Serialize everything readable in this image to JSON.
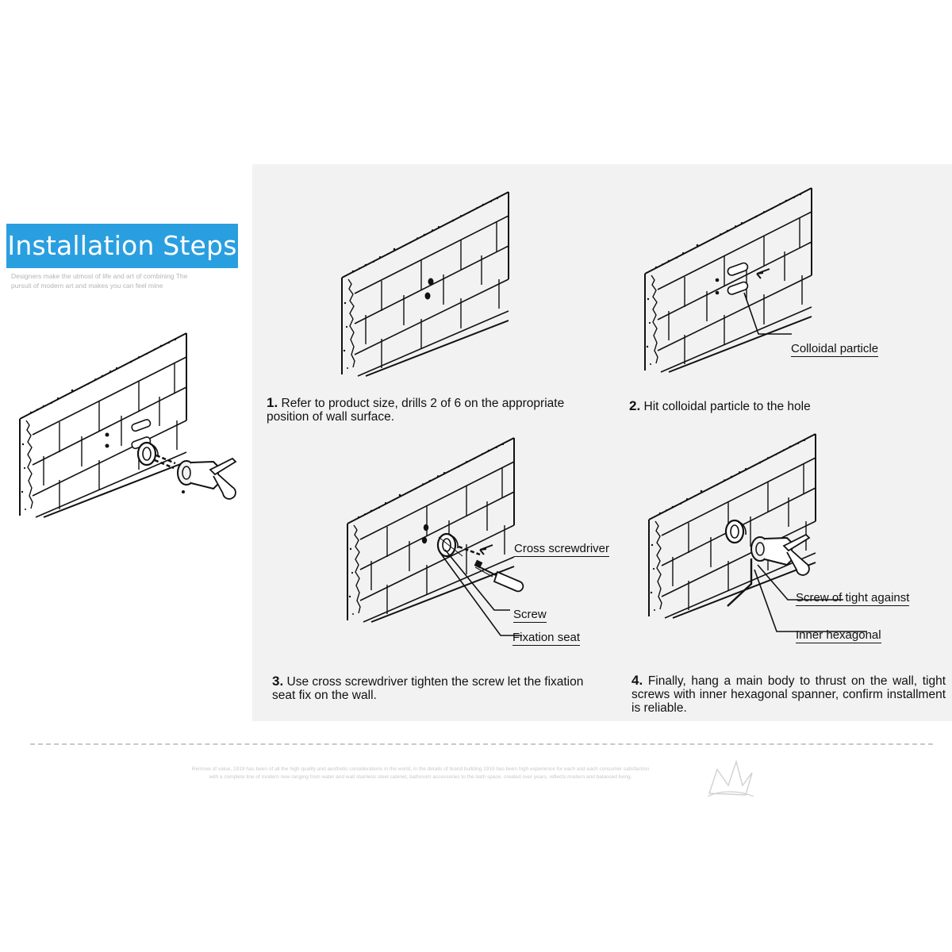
{
  "header": {
    "title": "Installation Steps",
    "subtitle": "Designers make the utmost of life and art of combining The pursuit of modern art and makes you can feel mine"
  },
  "steps": [
    {
      "number": "1.",
      "text": "Refer to product size, drills 2 of  6 on the appropriate position of wall surface."
    },
    {
      "number": "2.",
      "text": "Hit colloidal particle to the hole"
    },
    {
      "number": "3.",
      "text": "Use cross screwdriver tighten the screw let the fixation seat fix on the wall."
    },
    {
      "number": "4.",
      "text": "Finally, hang a main body to thrust on the wall, tight screws with inner hexagonal spanner, confirm installment is reliable."
    }
  ],
  "callouts": {
    "colloidal_particle": "Colloidal particle",
    "cross_screwdriver": "Cross screwdriver",
    "screw": "Screw",
    "fixation_seat": "Fixation seat",
    "screw_of_tight_against": "Screw of tight against",
    "inner_hexagonal": "Inner hexagonal"
  },
  "footer": {
    "text": "Remove of value, 1919 has been of all the high quality and aesthetic considerations in the world, in the details of brand building 1919 has been high experience for each and each consumer satisfaction with a complete line of modern new ranging from water and wall stainless steel cabinet, bathroom accessories to the bath space, created over years, reflects modern and balanced living."
  },
  "icons": {
    "brick_wall": "brick-wall-icon",
    "hook": "towel-hook-icon",
    "screwdriver": "screwdriver-icon",
    "logo": "crown-logo-icon"
  },
  "colors": {
    "accent": "#2a9fe0",
    "panel": "#f2f2f2",
    "line": "#111111"
  }
}
